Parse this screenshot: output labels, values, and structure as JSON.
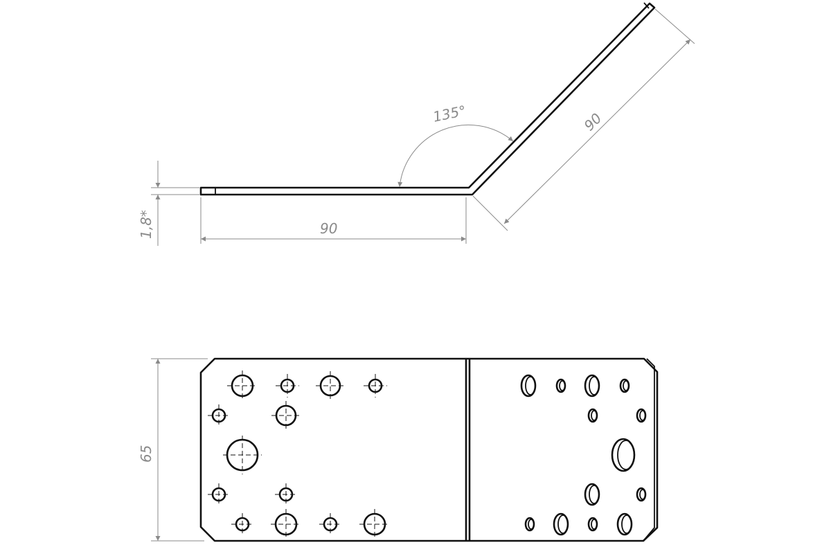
{
  "side_view": {
    "thickness_label": "1,8*",
    "horizontal_length_label": "90",
    "inclined_length_label": "90",
    "angle_label": "135°"
  },
  "plan_view": {
    "height_label": "65"
  }
}
